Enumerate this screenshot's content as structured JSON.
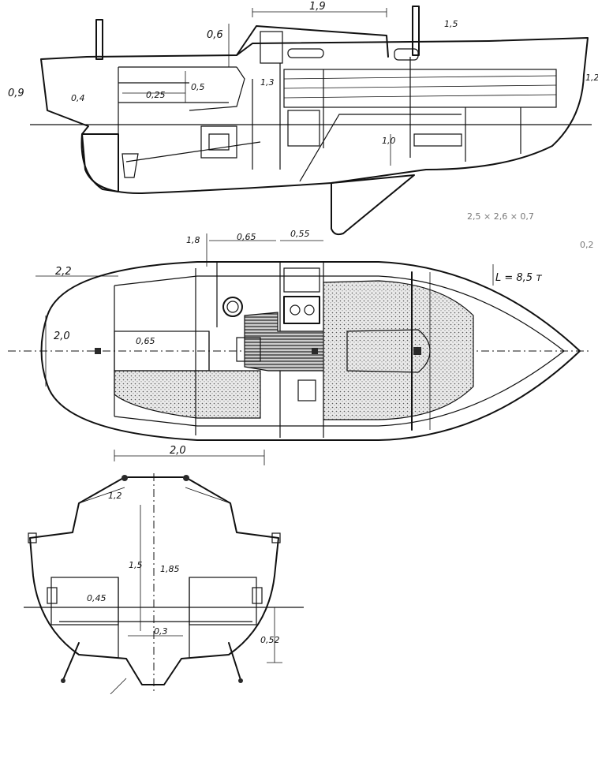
{
  "side_view": {
    "dims": {
      "cabin_length": "1,9",
      "cockpit_height": "0,6",
      "bow_height": "1,5",
      "freeboard_aft": "0,9",
      "transom_depth": "0,4",
      "seat_width": "0,25",
      "seat_depth": "0,5",
      "headroom": "1,3",
      "keel_depth": "1,0",
      "bow_freeboard": "1,2"
    }
  },
  "plan_view": {
    "dims": {
      "cockpit_length": "2,2",
      "beam_mark": "1,8",
      "galley_width": "0,65",
      "galley_depth": "0,55",
      "transom_width": "2,0",
      "berth_width": "0,65",
      "saloon_length": "2,0",
      "scale_mark": "L = 8,5 т"
    },
    "note": "2,5 × 2,6 × 0,7",
    "note2": "0,2"
  },
  "section_view": {
    "dims": {
      "cabin_top_width": "1,2",
      "headroom": "1,5",
      "headroom_total": "1,85",
      "berth_height": "0,45",
      "sole_width": "0,3",
      "draft": "0,52"
    }
  }
}
